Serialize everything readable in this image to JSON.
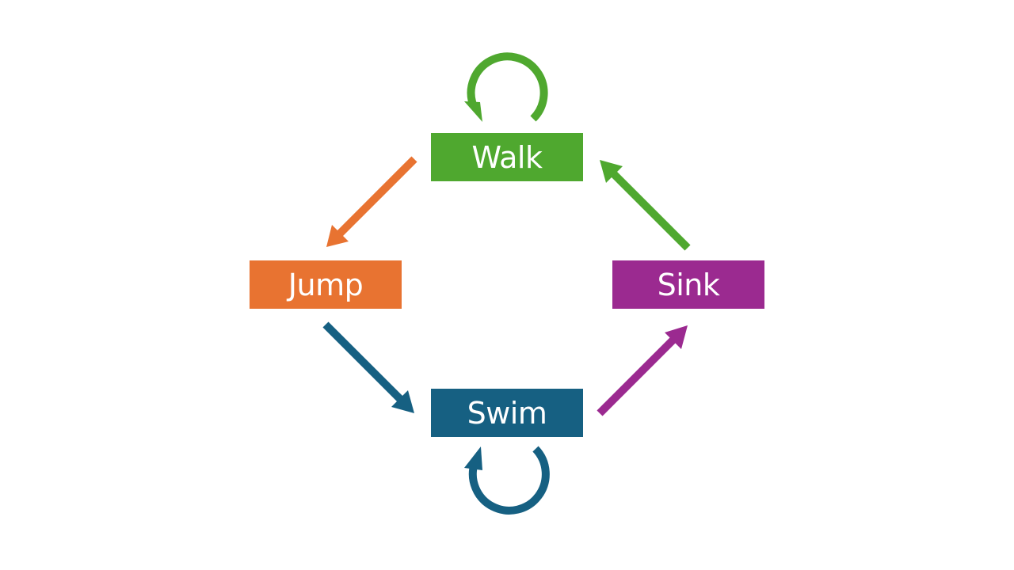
{
  "diagram": {
    "nodes": {
      "walk": {
        "label": "Walk",
        "color": "#4fa82f"
      },
      "jump": {
        "label": "Jump",
        "color": "#e87331"
      },
      "sink": {
        "label": "Sink",
        "color": "#9b2a90"
      },
      "swim": {
        "label": "Swim",
        "color": "#166082"
      }
    },
    "edges": [
      {
        "from": "walk",
        "to": "walk",
        "color": "#4fa82f"
      },
      {
        "from": "walk",
        "to": "jump",
        "color": "#e87331"
      },
      {
        "from": "jump",
        "to": "swim",
        "color": "#166082"
      },
      {
        "from": "swim",
        "to": "swim",
        "color": "#166082"
      },
      {
        "from": "swim",
        "to": "sink",
        "color": "#9b2a90"
      },
      {
        "from": "sink",
        "to": "walk",
        "color": "#4fa82f"
      }
    ]
  }
}
